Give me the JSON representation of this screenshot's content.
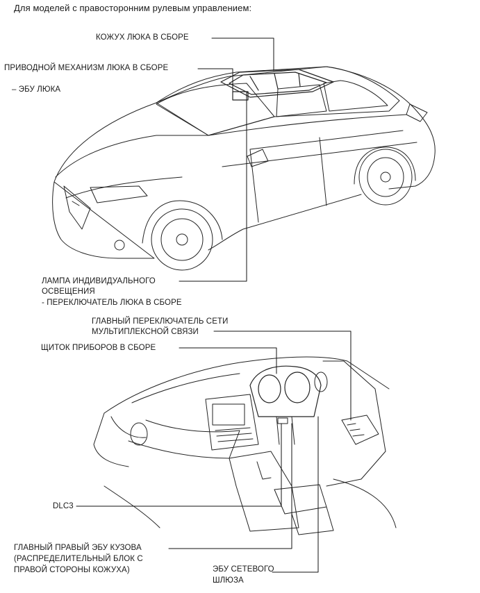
{
  "header": "Для моделей с правосторонним рулевым управлением:",
  "sections": {
    "exterior": {
      "labels": {
        "roof_housing": "КОЖУХ ЛЮКА В СБОРЕ",
        "drive_mechanism": "ПРИВОДНОЙ МЕХАНИЗМ ЛЮКА В СБОРЕ",
        "sunroof_ecu": "– ЭБУ ЛЮКА",
        "lamp_line1": "ЛАМПА ИНДИВИДУАЛЬНОГО",
        "lamp_line2": "ОСВЕЩЕНИЯ",
        "lamp_line3": "- ПЕРЕКЛЮЧАТЕЛЬ ЛЮКА В СБОРЕ"
      }
    },
    "interior": {
      "labels": {
        "master_switch_line1": "ГЛАВНЫЙ ПЕРЕКЛЮЧАТЕЛЬ СЕТИ",
        "master_switch_line2": "МУЛЬТИПЛЕКСНОЙ СВЯЗИ",
        "instrument_panel": "ЩИТОК ПРИБОРОВ В СБОРЕ",
        "dlc3": "DLC3",
        "body_ecu_line1": "ГЛАВНЫЙ ПРАВЫЙ ЭБУ КУЗОВА",
        "body_ecu_line2": "(РАСПРЕДЕЛИТЕЛЬНЫЙ БЛОК С",
        "body_ecu_line3": "ПРАВОЙ СТОРОНЫ КОЖУХА)",
        "gateway_ecu_line1": "ЭБУ СЕТЕВОГО",
        "gateway_ecu_line2": "ШЛЮЗА"
      }
    }
  },
  "colors": {
    "ink": "#1a1a1a",
    "background": "#ffffff"
  }
}
